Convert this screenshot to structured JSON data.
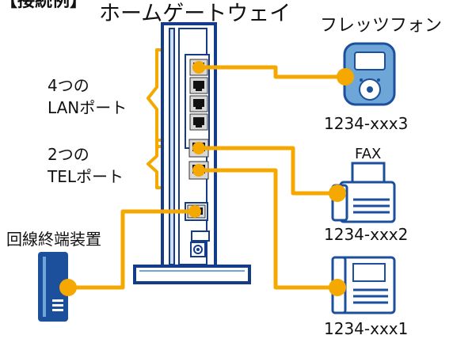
{
  "header": "【接続例】",
  "gateway_label": "ホームゲートウェイ",
  "lan": {
    "line1": "4つの",
    "line2": "LANポート"
  },
  "tel": {
    "line1": "2つの",
    "line2": "TELポート"
  },
  "onu_label": "回線終端装置",
  "devices": {
    "fletsphone": {
      "label": "フレッツフォン",
      "number": "1234-xxx3"
    },
    "fax": {
      "label": "FAX",
      "number": "1234-xxx2"
    },
    "telephone": {
      "number": "1234-xxx1"
    }
  },
  "colors": {
    "cable": "#f5a800",
    "device": "#1c4f9c",
    "light": "#6ea6d8",
    "frame": "#153c8a"
  }
}
